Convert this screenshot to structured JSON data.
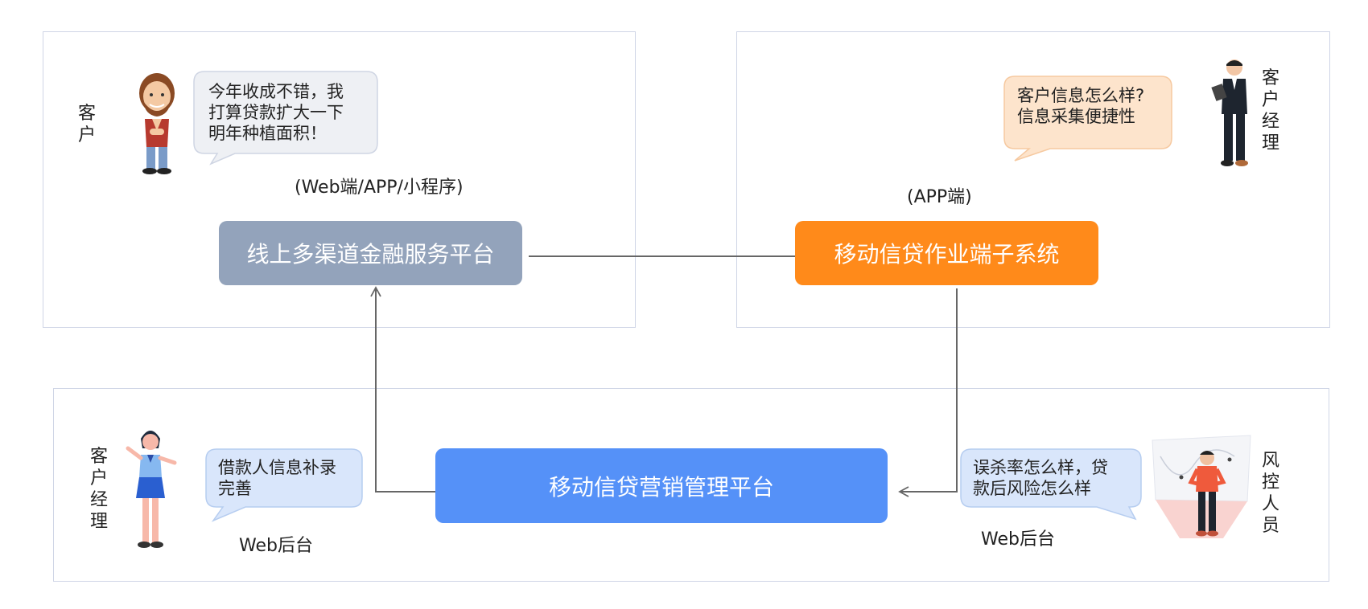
{
  "colors": {
    "panel_border": "#cfd5e6",
    "platform_online": "#93a3bb",
    "platform_app": "#ff8a1a",
    "platform_marketing": "#5591f8",
    "bubble_gray": "#eef0f4",
    "bubble_orange": "#fde4cc",
    "bubble_blue": "#d9e6fb",
    "connector": "#666666"
  },
  "top_left": {
    "role_label": "客户",
    "speech": "今年收成不错，我\n打算贷款扩大一下\n明年种植面积！",
    "channel_label": "(Web端/APP/小程序)",
    "platform_name": "线上多渠道金融服务平台",
    "figure_icon": "farmer-customer-figure"
  },
  "top_right": {
    "role_label": "客户经理",
    "speech": "客户信息怎么样?\n信息采集便捷性",
    "channel_label": "(APP端)",
    "platform_name": "移动信贷作业端子系统",
    "figure_icon": "businessman-figure"
  },
  "bottom": {
    "left_role_label": "客户经理",
    "left_speech": "借款人信息补录\n完善",
    "left_channel_label": "Web后台",
    "left_figure_icon": "female-manager-figure",
    "platform_name": "移动信贷营销管理平台",
    "right_role_label": "风控人员",
    "right_speech": "误杀率怎么样，贷\n款后风险怎么样",
    "right_channel_label": "Web后台",
    "right_figure_icon": "risk-analyst-figure"
  }
}
